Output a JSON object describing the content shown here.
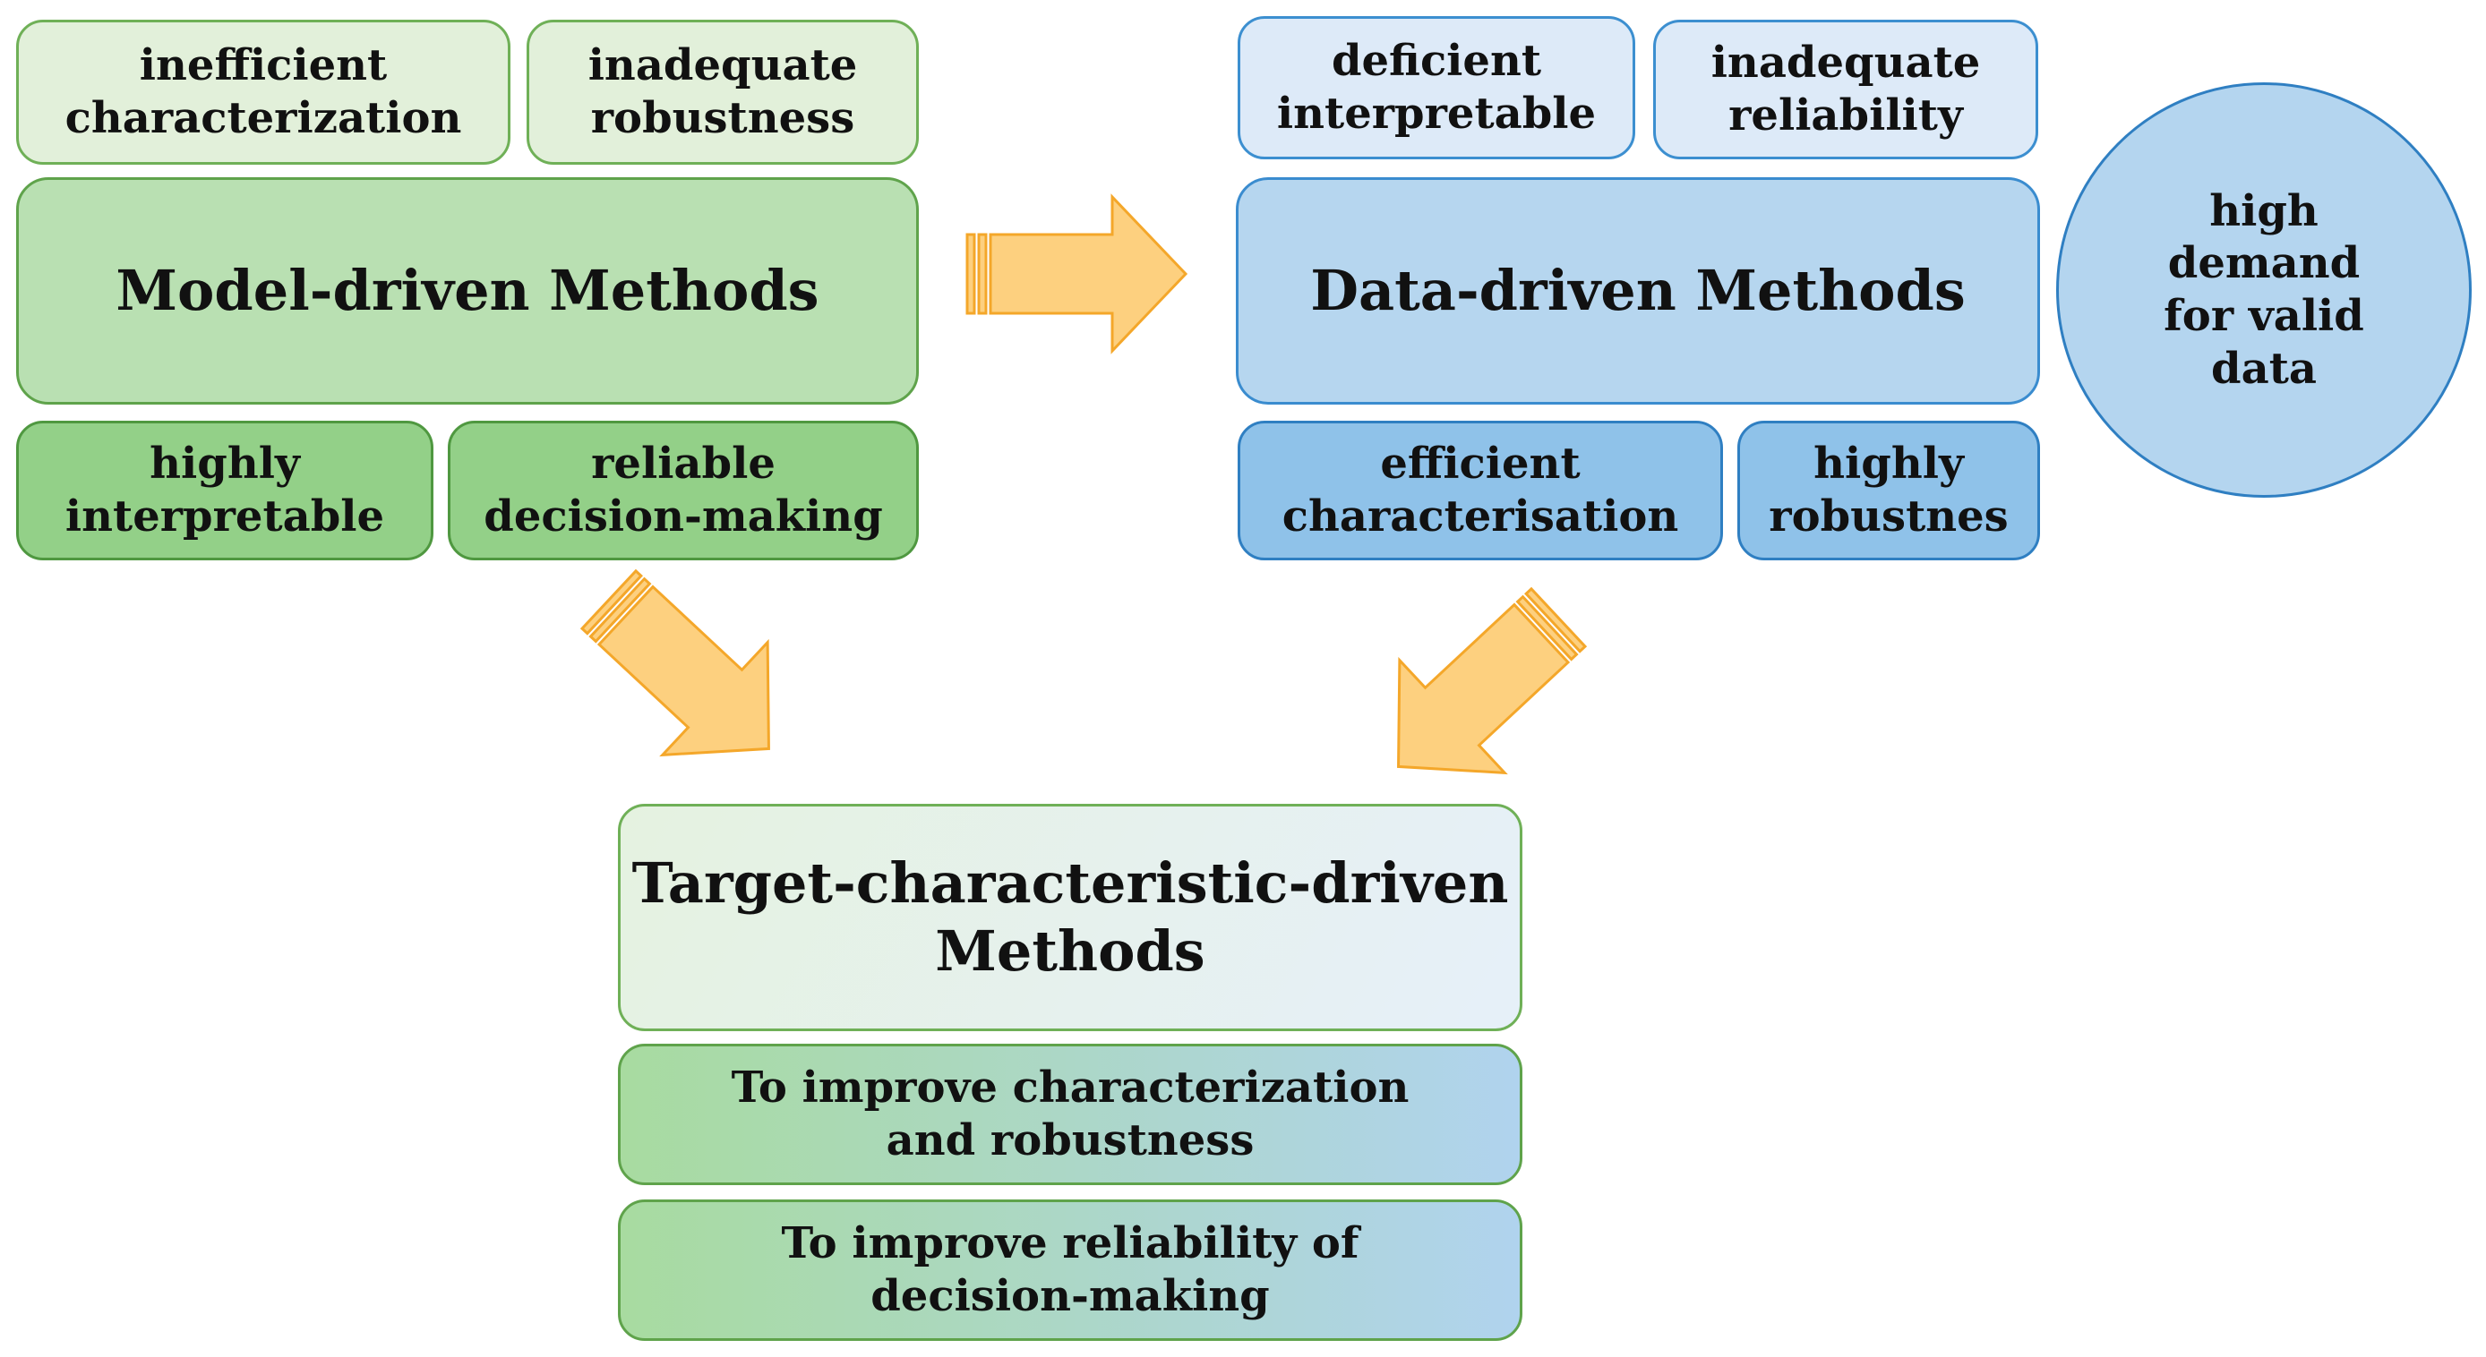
{
  "model": {
    "weakness_1": "inefficient\ncharacterization",
    "weakness_2": "inadequate\nrobustness",
    "title": "Model-driven Methods",
    "strength_1": "highly\ninterpretable",
    "strength_2": "reliable\ndecision-making"
  },
  "data": {
    "weakness_1": "deficient\ninterpretable",
    "weakness_2": "inadequate\nreliability",
    "title": "Data-driven Methods",
    "strength_1": "efficient\ncharacterisation",
    "strength_2": "highly\nrobustnes",
    "demand": "high\ndemand\nfor valid\ndata"
  },
  "target": {
    "title": "Target-characteristic-driven\nMethods",
    "goal_1": "To improve characterization\nand robustness",
    "goal_2": "To improve reliability of\ndecision-making"
  },
  "colors": {
    "green_accent": "#6fb057",
    "blue_accent": "#2f7fc2",
    "arrow_fill": "#fdd07f",
    "arrow_stroke": "#f4a72a"
  }
}
